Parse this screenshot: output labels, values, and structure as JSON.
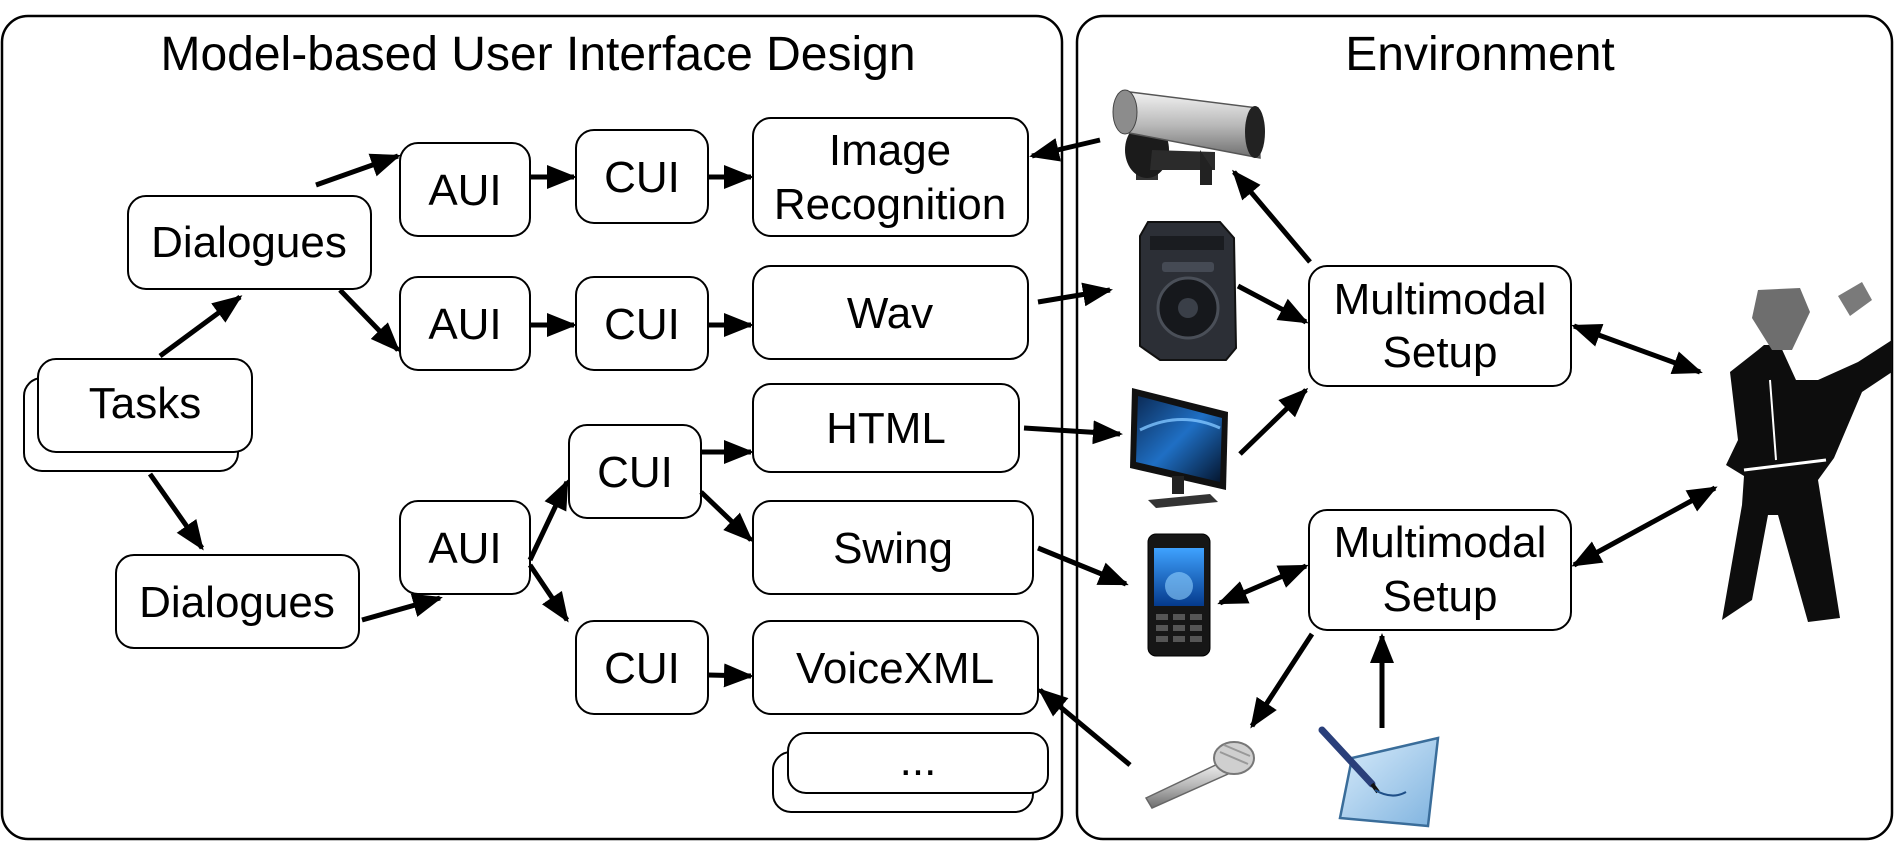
{
  "panels": {
    "left_title": "Model-based User Interface Design",
    "right_title": "Environment"
  },
  "nodes": {
    "tasks": "Tasks",
    "dialogues_top": "Dialogues",
    "dialogues_bottom": "Dialogues",
    "aui_1": "AUI",
    "aui_2": "AUI",
    "aui_3": "AUI",
    "cui_1": "CUI",
    "cui_2": "CUI",
    "cui_3": "CUI",
    "cui_4": "CUI",
    "image_recognition_line1": "Image",
    "image_recognition_line2": "Recognition",
    "wav": "Wav",
    "html": "HTML",
    "swing": "Swing",
    "voicexml": "VoiceXML",
    "more": "...",
    "multimodal_top_line1": "Multimodal",
    "multimodal_top_line2": "Setup",
    "multimodal_bottom_line1": "Multimodal",
    "multimodal_bottom_line2": "Setup"
  },
  "icons": {
    "camera": "security-camera-icon",
    "speaker": "speaker-icon",
    "monitor": "monitor-icon",
    "phone": "mobile-phone-icon",
    "microphone": "microphone-icon",
    "tablet": "pen-tablet-icon",
    "user": "user-figure-icon"
  }
}
